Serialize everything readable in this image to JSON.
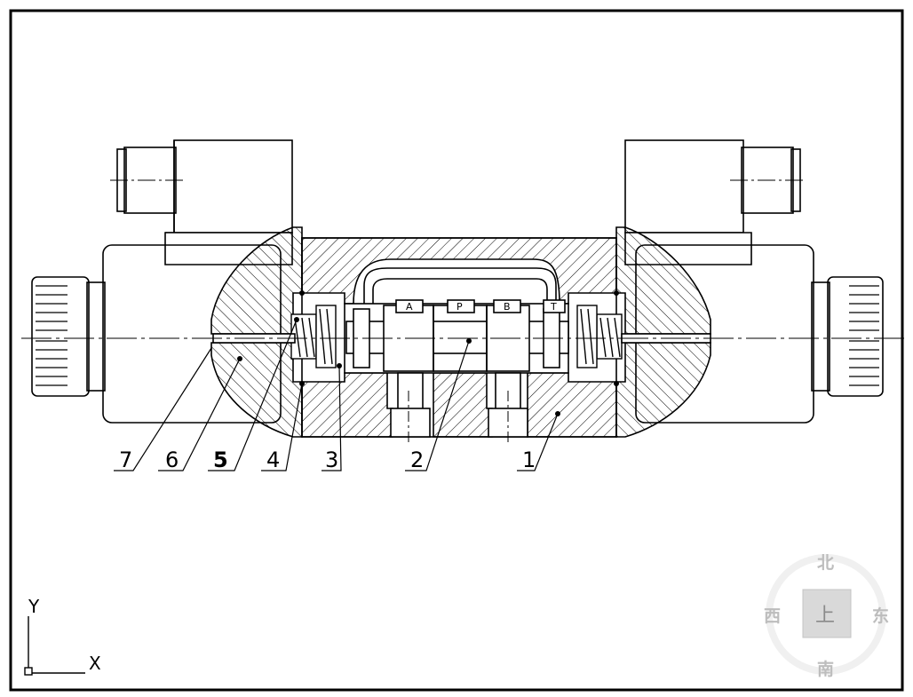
{
  "drawing": {
    "port_labels": [
      "A",
      "P",
      "B",
      "T"
    ],
    "part_numbers": [
      "7",
      "6",
      "5",
      "4",
      "3",
      "2",
      "1"
    ]
  },
  "ucs": {
    "x_label": "X",
    "y_label": "Y"
  },
  "viewcube": {
    "north": "北",
    "south": "南",
    "east": "东",
    "west": "西",
    "top": "上"
  },
  "colors": {
    "line": "#000000",
    "viewcube_text": "#bdbdbd",
    "viewcube_face": "#d9d9d9"
  }
}
